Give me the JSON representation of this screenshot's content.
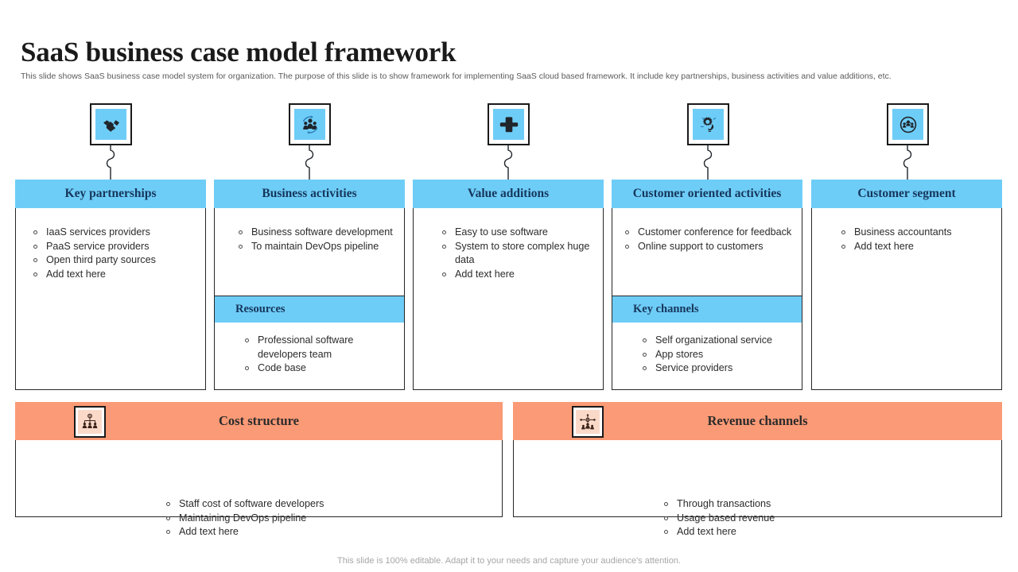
{
  "slide": {
    "title": "SaaS business case model framework",
    "subtitle": "This slide shows SaaS business case model system for organization. The purpose of this slide is to show framework for implementing SaaS cloud based framework. It include key partnerships, business activities and value additions, etc.",
    "footer": "This slide is 100% editable. Adapt it to your needs and capture your audience's attention."
  },
  "colors": {
    "accent_blue": "#6ecdf7",
    "accent_orange": "#fb9a76",
    "header_text": "#16365c",
    "body_text": "#2b2b2b",
    "title_text": "#1a1a1a",
    "subtitle_text": "#5a5a5a",
    "footer_text": "#a6a6a6",
    "border": "#262626",
    "panel_icon_bg": "#fbd9c9"
  },
  "columns": [
    {
      "icon": "handshake-icon",
      "header": "Key partnerships",
      "items": [
        "IaaS services providers",
        "PaaS service providers",
        "Open third party sources",
        "Add text here"
      ],
      "sub": null
    },
    {
      "icon": "team-cycle-icon",
      "header": "Business  activities",
      "items": [
        "Business software development",
        "To maintain DevOps pipeline"
      ],
      "sub": {
        "header": "Resources",
        "items": [
          "Professional software developers team",
          "Code base"
        ]
      }
    },
    {
      "icon": "plus-icon",
      "header": "Value additions",
      "items": [
        "Easy to use software",
        " System to store complex huge data",
        "Add text here"
      ],
      "sub": null
    },
    {
      "icon": "gear-idea-icon",
      "header": "Customer oriented activities",
      "items": [
        "Customer conference for feedback",
        "Online support to customers"
      ],
      "sub": {
        "header": "Key channels",
        "items": [
          "Self organizational  service",
          "App  stores",
          "Service providers"
        ]
      }
    },
    {
      "icon": "people-network-icon",
      "header": "Customer segment",
      "items": [
        "Business accountants",
        "Add text here"
      ],
      "sub": null
    }
  ],
  "panels": [
    {
      "icon": "org-chart-icon",
      "title": "Cost structure",
      "items": [
        "Staff cost of software developers",
        "Maintaining  DevOps pipeline",
        "Add text here"
      ]
    },
    {
      "icon": "revenue-network-icon",
      "title": "Revenue channels",
      "items": [
        "Through transactions",
        "Usage based revenue",
        "Add text here"
      ]
    }
  ]
}
